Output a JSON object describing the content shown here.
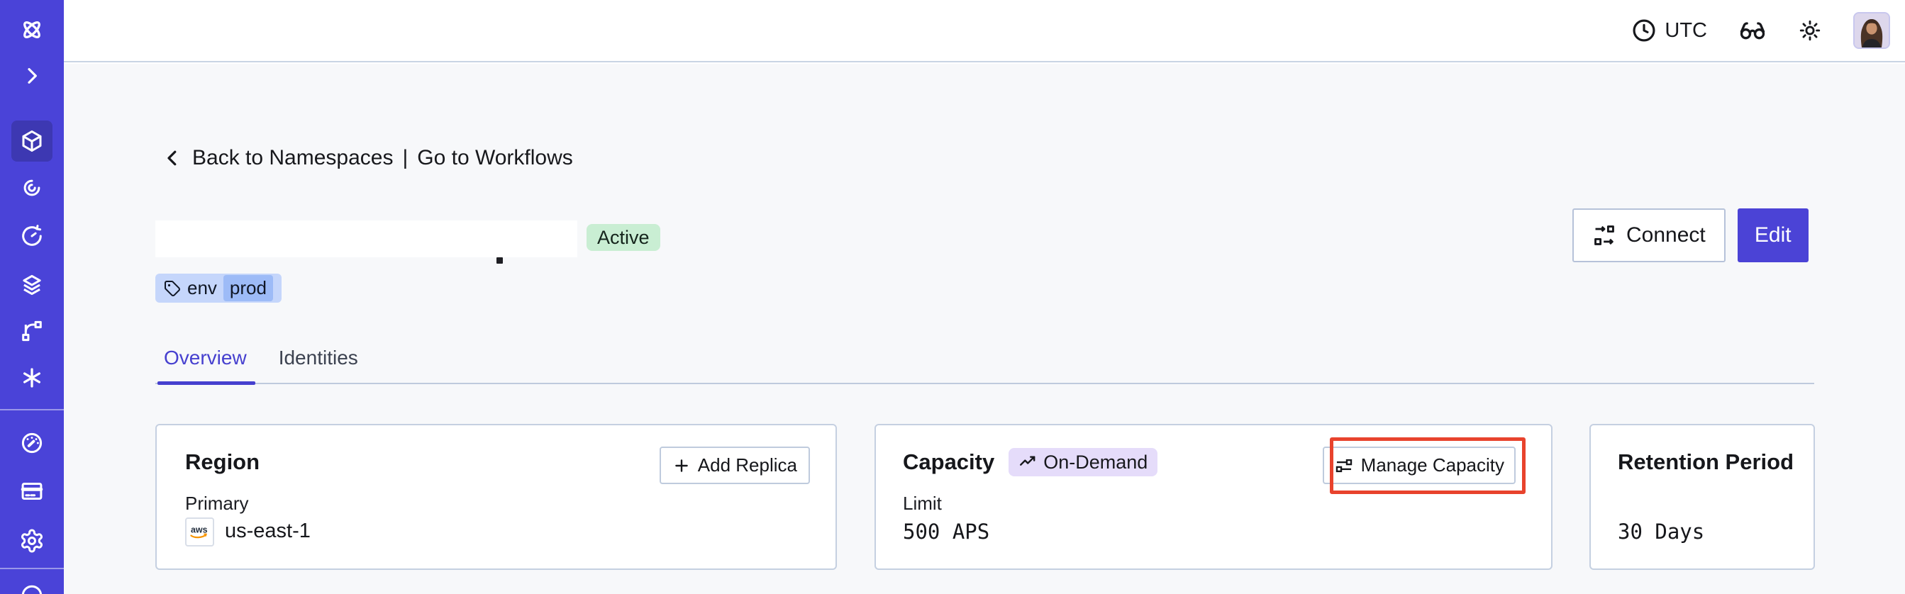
{
  "topbar": {
    "timezone": "UTC",
    "icons": [
      "clock-icon",
      "glasses-icon",
      "sun-icon"
    ],
    "avatar": "user-avatar"
  },
  "sidebar": {
    "items": [
      {
        "icon": "temporal-logo-icon"
      },
      {
        "icon": "chevron-right-icon"
      },
      {
        "icon": "cube-icon",
        "active": true
      },
      {
        "icon": "spiral-icon"
      },
      {
        "icon": "clock-history-icon"
      },
      {
        "icon": "layers-icon"
      },
      {
        "icon": "branch-icon"
      },
      {
        "icon": "asterisk-icon"
      },
      {
        "icon": "gauge-icon"
      },
      {
        "icon": "credit-card-icon"
      },
      {
        "icon": "gear-icon"
      },
      {
        "icon": "partial-circle-icon"
      }
    ]
  },
  "breadcrumb": {
    "back": "Back to Namespaces",
    "separator": "|",
    "forward": "Go to Workflows"
  },
  "namespace": {
    "status": "Active",
    "tag_key": "env",
    "tag_value": "prod"
  },
  "actions": {
    "connect": "Connect",
    "edit": "Edit"
  },
  "tabs": {
    "active": "Overview",
    "items": [
      {
        "label": "Overview"
      },
      {
        "label": "Identities"
      }
    ]
  },
  "cards": {
    "region": {
      "title": "Region",
      "add_replica_label": "Add Replica",
      "field_label": "Primary",
      "provider": "aws",
      "value": "us-east-1"
    },
    "capacity": {
      "title": "Capacity",
      "badge": "On-Demand",
      "manage_label": "Manage Capacity",
      "field_label": "Limit",
      "value": "500 APS"
    },
    "retention": {
      "title": "Retention Period",
      "value": "30 Days"
    }
  },
  "annotation": {
    "type": "highlight-box",
    "color": "#e8432d",
    "target": "manage-capacity-button"
  },
  "colors": {
    "sidebar": "#4a43d8",
    "sidebar_active": "#3d38b2",
    "accent": "#4640cf",
    "edit_button": "#4b43d6",
    "status_active_bg": "#c9eed3",
    "tag_bg": "#c5d6fb",
    "tag_value_bg": "#9dbbf7",
    "ondemand_bg": "#e5dcfa",
    "annotation": "#e8432d",
    "content_bg": "#f7f8fa",
    "card_border": "#c5d0e1",
    "aws_smile": "#f79400"
  }
}
